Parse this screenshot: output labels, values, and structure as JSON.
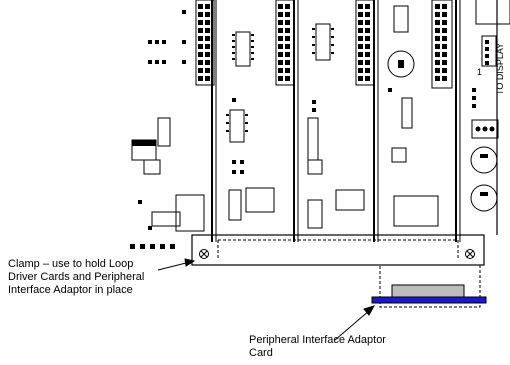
{
  "callouts": {
    "clamp": {
      "lines": [
        "Clamp – use to hold Loop",
        "Driver Cards and Peripheral",
        "Interface Adaptor in place"
      ]
    },
    "adaptor_card": {
      "lines": [
        "Peripheral Interface Adaptor",
        "Card"
      ]
    }
  },
  "board_labels": {
    "display_connector": "TO DISPLAY",
    "pin_one": "1"
  },
  "colors": {
    "line": "#000000",
    "adaptor_card_edge": "#1a1acc",
    "connector_grey": "#bdbdbd",
    "background": "#ffffff"
  }
}
